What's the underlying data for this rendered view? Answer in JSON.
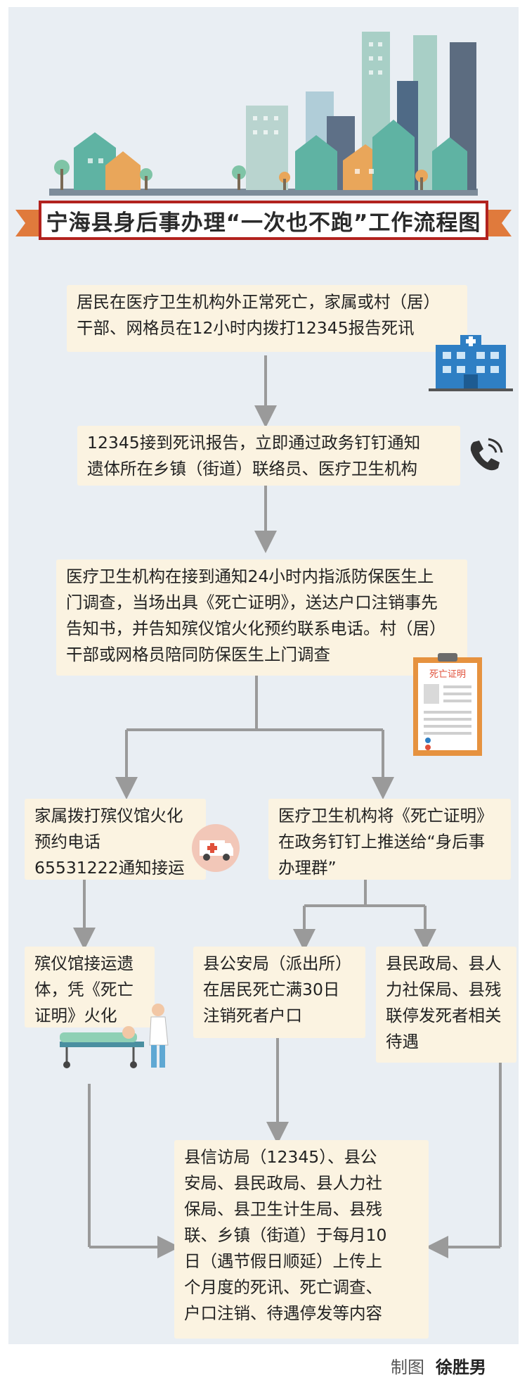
{
  "title": "宁海县身后事办理“一次也不跑”工作流程图",
  "steps": {
    "step1": "居民在医疗卫生机构外正常死亡，家属或村（居）\n干部、网格员在12小时内拨打12345报告死讯",
    "step2": "12345接到死讯报告，立即通过政务钉钉通知\n遗体所在乡镇（街道）联络员、医疗卫生机构",
    "step3": "医疗卫生机构在接到通知24小时内指派防保医生上\n门调查，当场出具《死亡证明》，送达户口注销事先\n告知书，并告知殡仪馆火化预约联系电话。村（居）\n干部或网格员陪同防保医生上门调查",
    "step4_left": "家属拨打殡仪馆火化\n预约电话\n65531222通知接运",
    "step4_right": "医疗卫生机构将《死亡证明》\n在政务钉钉上推送给“身后事\n办理群”",
    "step5_left": "殡仪馆接运遗\n体，凭《死亡\n证明》火化",
    "step5_mid": "县公安局（派出所）\n在居民死亡满30日\n注销死者户口",
    "step5_right": "县民政局、县人\n力社保局、县残\n联停发死者相关\n待遇",
    "step6": "县信访局（12345）、县公\n安局、县民政局、县人力社\n保局、县卫生计生局、县残\n联、乡镇（街道）于每月10\n日（遇节假日顺延）上传上\n个月度的死讯、死亡调查、\n户口注销、待遇停发等内容"
  },
  "certificate_label": "死亡证明",
  "credit": {
    "label": "制图",
    "author": "徐胜男"
  },
  "colors": {
    "panel": "#e9eef3",
    "box": "#fbf3e1",
    "arrow": "#9a9a9a",
    "banner_border": "#b2221e",
    "ribbon": "#e07a3c"
  },
  "icons": [
    "hospital-icon",
    "phone-icon",
    "ambulance-icon",
    "certificate-icon",
    "stretcher-icon",
    "city-skyline"
  ]
}
